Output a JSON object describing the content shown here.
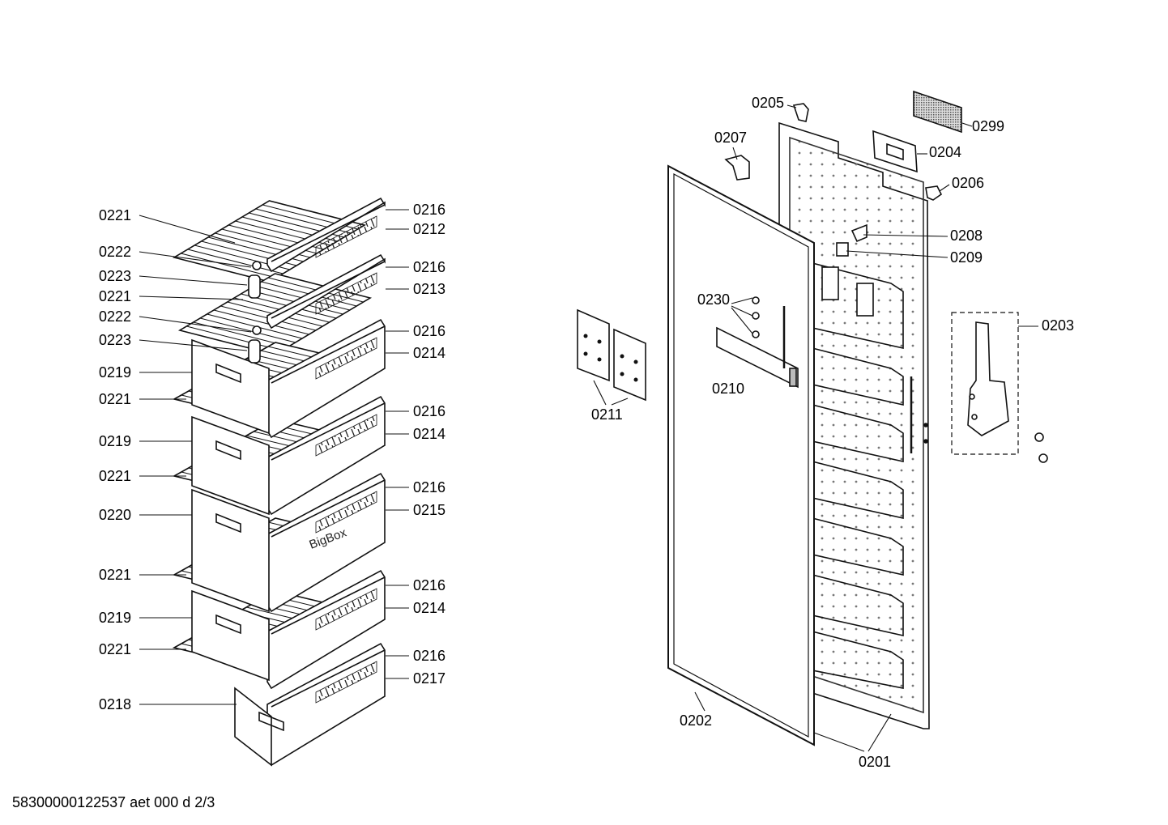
{
  "footer": "58300000122537 aet 000 d 2/3",
  "brand_mark": "BigBox",
  "left_labels": [
    "0221",
    "0222",
    "0223",
    "0221",
    "0222",
    "0223",
    "0219",
    "0221",
    "0219",
    "0221",
    "0220",
    "0221",
    "0219",
    "0221",
    "0218"
  ],
  "right_labels": [
    "0216",
    "0212",
    "0216",
    "0213",
    "0216",
    "0214",
    "0216",
    "0214",
    "0216",
    "0215",
    "0216",
    "0214",
    "0216",
    "0217"
  ],
  "door_labels": {
    "p0205": "0205",
    "p0207": "0207",
    "p0299": "0299",
    "p0204": "0204",
    "p0206": "0206",
    "p0208": "0208",
    "p0209": "0209",
    "p0230": "0230",
    "p0203": "0203",
    "p0211": "0211",
    "p0210": "0210",
    "p0202": "0202",
    "p0201": "0201"
  }
}
